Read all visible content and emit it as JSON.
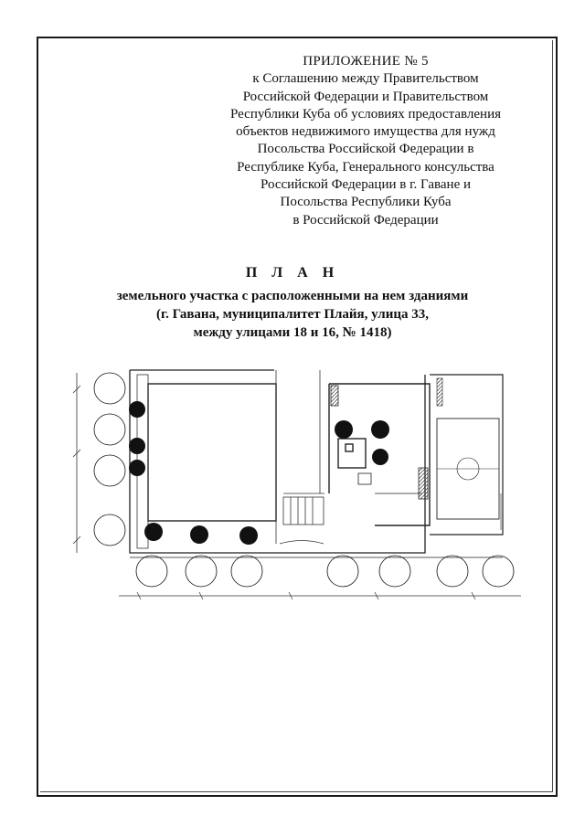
{
  "appendix": {
    "title": "ПРИЛОЖЕНИЕ № 5",
    "lines": [
      "к Соглашению между Правительством",
      "Российской Федерации и Правительством",
      "Республики Куба об условиях предоставления",
      "объектов недвижимого имущества для нужд",
      "Посольства Российской Федерации в",
      "Республике Куба, Генерального консульства",
      "Российской Федерации в г. Гаване и",
      "Посольства Республики Куба",
      "в Российской Федерации"
    ]
  },
  "plan": {
    "heading": "П Л А Н",
    "lines": [
      "земельного участка с расположенными на нем зданиями",
      "(г. Гавана, муниципалитет Плайя, улица 33,",
      "между улицами 18 и 16, № 1418)"
    ]
  }
}
